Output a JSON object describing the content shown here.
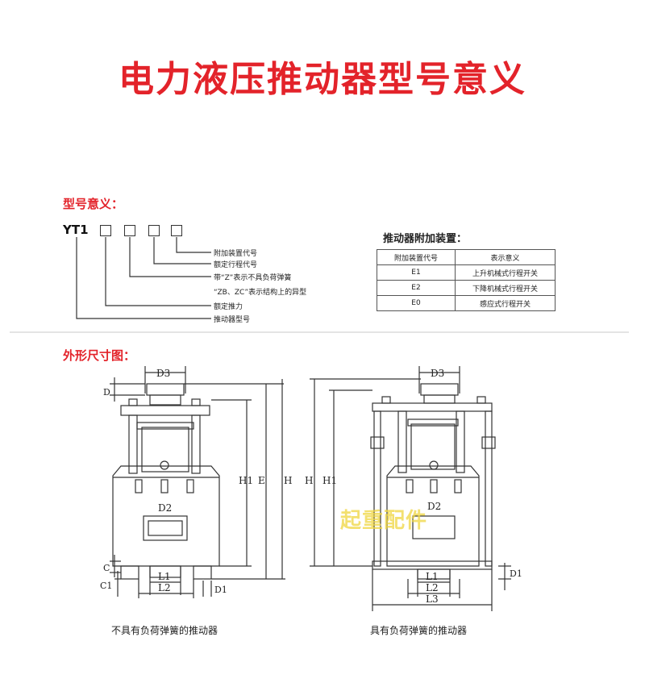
{
  "title": "电力液压推动器型号意义",
  "model_section": {
    "heading": "型号意义：",
    "code": "YT1",
    "labels": [
      "附加装置代号",
      "额定行程代号",
      "带“Z”表示不具负荷弹簧",
      "“ZB、ZC”表示结构上的异型",
      "额定推力",
      "推动器型号"
    ]
  },
  "devices": {
    "heading": "推动器附加装置：",
    "columns": [
      "附加装置代号",
      "表示意义"
    ],
    "rows": [
      [
        "E1",
        "上升机械式行程开关"
      ],
      [
        "E2",
        "下降机械式行程开关"
      ],
      [
        "E0",
        "感应式行程开关"
      ]
    ]
  },
  "dimension_section": {
    "heading": "外形尺寸图："
  },
  "left_drawing": {
    "caption": "不具有负荷弹簧的推动器",
    "labels": {
      "d3": "D3",
      "d": "D",
      "h1": "H1",
      "e": "E",
      "h": "H",
      "d2": "D2",
      "c": "C",
      "c1": "C1",
      "l1": "L1",
      "l2": "L2",
      "d1": "D1"
    }
  },
  "right_drawing": {
    "caption": "具有负荷弹簧的推动器",
    "labels": {
      "d3": "D3",
      "h": "H",
      "h1": "H1",
      "d2": "D2",
      "l1": "L1",
      "l2": "L2",
      "l3": "L3",
      "d1": "D1"
    }
  },
  "watermark": "起重配件",
  "colors": {
    "accent": "#e3232a",
    "ink": "#333333",
    "watermark": "#f0d640"
  }
}
